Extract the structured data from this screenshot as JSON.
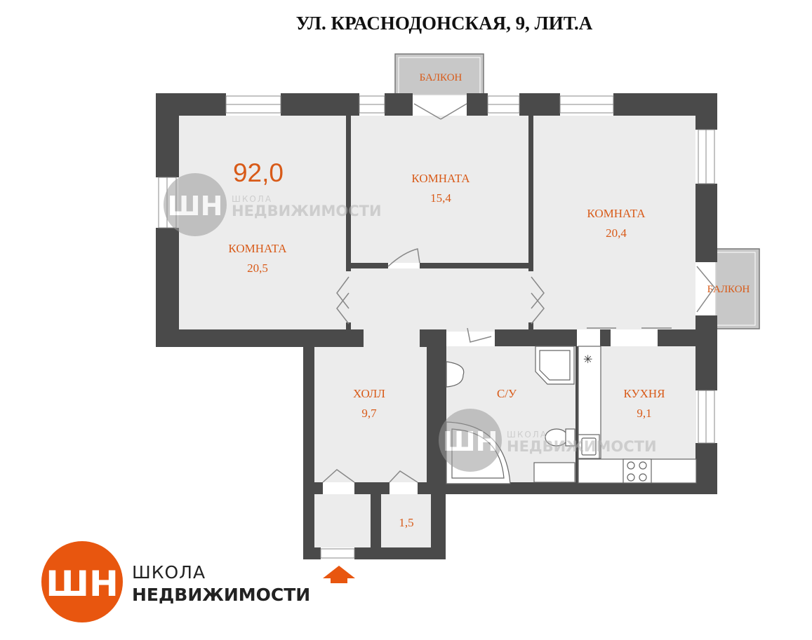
{
  "title": "УЛ. КРАСНОДОНСКАЯ, 9, ЛИТ.А",
  "total_area": "92,0",
  "rooms": {
    "room_left": {
      "label": "КОМНАТА",
      "area": "20,5"
    },
    "room_mid": {
      "label": "КОМНАТА",
      "area": "15,4"
    },
    "room_right": {
      "label": "КОМНАТА",
      "area": "20,4"
    },
    "hall": {
      "label": "ХОЛЛ",
      "area": "9,7"
    },
    "bathroom": {
      "label": "С/У"
    },
    "kitchen": {
      "label": "КУХНЯ",
      "area": "9,1"
    },
    "closet": {
      "area": "1,5"
    }
  },
  "balconies": {
    "top": {
      "label": "БАЛКОН"
    },
    "right": {
      "label": "БАЛКОН"
    }
  },
  "watermark": {
    "line1": "ШКОЛА",
    "line2": "НЕДВИЖИМОСТИ"
  },
  "logo": {
    "line1": "ШКОЛА",
    "line2": "НЕДВИЖИМОСТИ"
  },
  "colors": {
    "wall": "#4a4a4a",
    "floor": "#ececec",
    "balcony": "#c8c8c8",
    "label": "#d85a18",
    "brand": "#e8560f"
  },
  "icons": [
    "entrance-arrow-icon",
    "stove-icon",
    "sink-icon",
    "toilet-icon",
    "bathtub-icon",
    "shower-icon",
    "ventilation-icon"
  ]
}
